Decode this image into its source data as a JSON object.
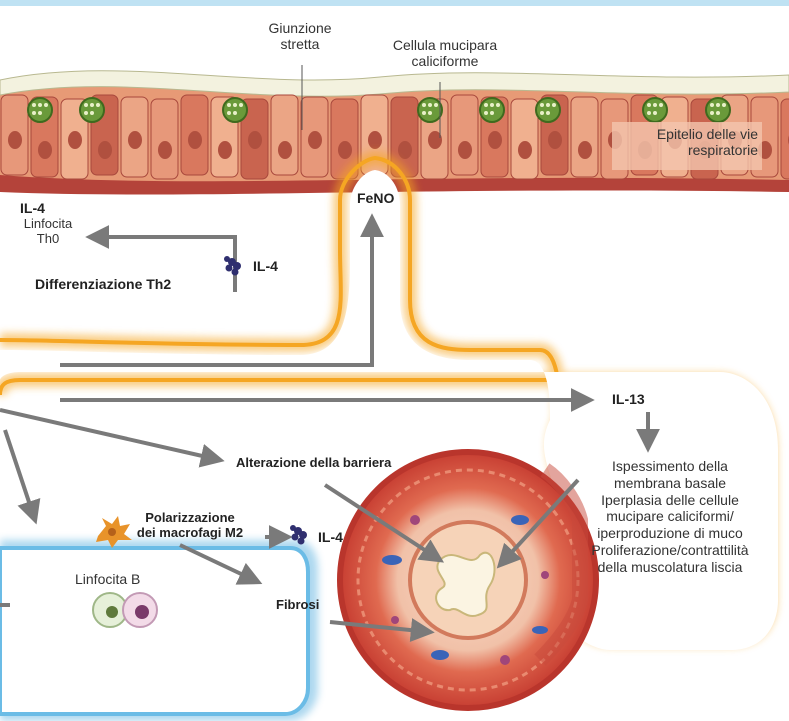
{
  "labels": {
    "tight_junction": [
      "Giunzione",
      "stretta"
    ],
    "goblet_cell": [
      "Cellula mucipara",
      "caliciforme"
    ],
    "airway_epithelium": [
      "Epitelio delle vie",
      "respiratorie"
    ],
    "feno": "FeNO",
    "il4_top": "IL-4",
    "lymphocyte_th0": [
      "Linfocita",
      "Th0"
    ],
    "il4_mid": "IL-4",
    "th2_diff": "Differenziazione Th2",
    "il13": "IL-13",
    "barrier": "Alterazione della barriera",
    "macrophage_polar": [
      "Polarizzazione",
      "dei macrofagi M2"
    ],
    "il4_macro": "IL-4",
    "fibrosis": "Fibrosi",
    "lymphocyte_b": "Linfocita B",
    "effects": [
      "Ispessimento della",
      "membrana basale",
      "Iperplasia delle cellule",
      "mucipare caliciformi/",
      "iperproduzione di muco",
      "Proliferazione/contrattilità",
      "della muscolatura liscia"
    ]
  },
  "colors": {
    "epithelium": "#e08a6a",
    "goblet": "#6a9a3a",
    "glow": "#f5a623",
    "arrow": "#7a7a7a",
    "airway": "#d9453a",
    "blue_glow": "#4aa8dc",
    "il4_molecule": "#2f2f6f",
    "macrophage": "#e8932a"
  }
}
